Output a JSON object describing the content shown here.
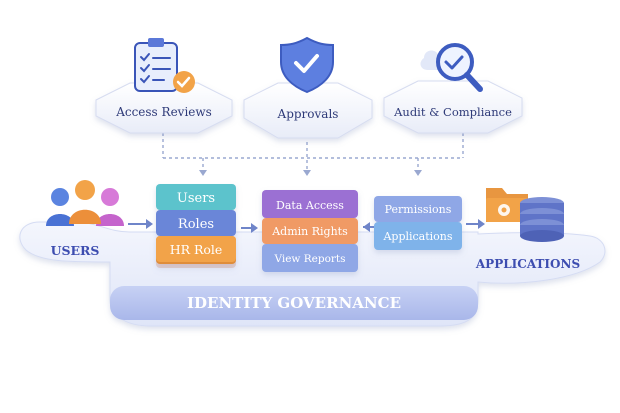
{
  "top_cards": [
    {
      "label": "Access Reviews",
      "icon": "clipboard-check-icon"
    },
    {
      "label": "Approvals",
      "icon": "shield-check-icon"
    },
    {
      "label": "Audit & Compliance",
      "icon": "magnifier-check-icon"
    }
  ],
  "users": {
    "label": "USERS",
    "icon": "people-group-icon"
  },
  "identity_stack": [
    "Users",
    "Roles",
    "HR Role"
  ],
  "access_stack": [
    "Data Access",
    "Admin Rights",
    "View Reports"
  ],
  "permission_stack": [
    "Permissions",
    "Applications"
  ],
  "applications": {
    "label": "APPLICATIONS",
    "icon": "folder-gear-database-icon"
  },
  "platform": {
    "label": "IDENTITY GOVERNANCE"
  },
  "colors": {
    "teal": "#5cc3cc",
    "blue": "#6a86d8",
    "orange": "#f2a348",
    "purple": "#9b6fd3",
    "coral": "#f09a65",
    "lavender": "#8fa7e6",
    "light_blue": "#7fb3ea",
    "platform": "#c9d3f2",
    "platform_text": "#3d4db0"
  }
}
